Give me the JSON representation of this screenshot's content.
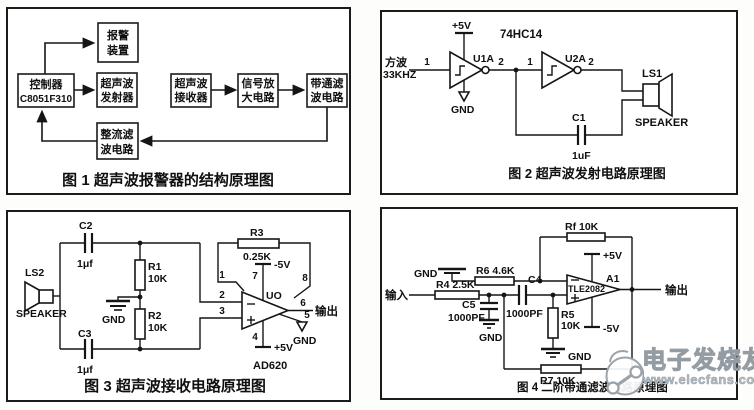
{
  "p1": {
    "caption": "图 1 超声波报警器的结构原理图",
    "boxes": {
      "alarm": [
        "报警",
        "装置"
      ],
      "controller": [
        "控制器",
        "C8051F310"
      ],
      "transmitter": [
        "超声波",
        "发射器"
      ],
      "receiver": [
        "超声波",
        "接收器"
      ],
      "amplifier": [
        "信号放",
        "大电路"
      ],
      "bandpass": [
        "带通滤",
        "波电路"
      ],
      "rectifier": [
        "整流滤",
        "波电路"
      ]
    }
  },
  "p2": {
    "caption": "图 2 超声波发射电路原理图",
    "sq_wave_l1": "方波",
    "sq_wave_l2": "33KHZ",
    "ic": "74HC14",
    "u1a": "U1A",
    "u2a": "U2A",
    "vcc": "+5V",
    "gnd": "GND",
    "pin_in": "1",
    "pin_u1a_out": "2",
    "pin_u2a_in": "1",
    "pin_u2a_out": "2",
    "c1": "C1",
    "c1_val": "1uF",
    "ls1": "LS1",
    "ls1_type": "SPEAKER"
  },
  "p3": {
    "caption": "图 3 超声波接收电路原理图",
    "ls2": "LS2",
    "ls2_type": "SPEAKER",
    "c2": "C2",
    "c2_val": "1μf",
    "c3": "C3",
    "c3_val": "1μf",
    "r1": "R1",
    "r1_val": "10K",
    "r2": "R2",
    "r2_val": "10K",
    "r3": "R3",
    "r3_val": "0.25K",
    "gnd_mid": "GND",
    "gnd_out": "GND",
    "vneg": "-5V",
    "vpos": "+5V",
    "uo": "UO",
    "ic": "AD620",
    "out": "输出",
    "pin1": "1",
    "pin2": "2",
    "pin3": "3",
    "pin4": "4",
    "pin5": "5",
    "pin6": "6",
    "pin7": "7",
    "pin8": "8"
  },
  "p4": {
    "caption": "图 4  二阶带通滤波电路原理图",
    "input": "输入",
    "out": "输出",
    "r4": "R4 2.5K",
    "r5": "R5",
    "r5_val": "10K",
    "r6": "R6 4.6K",
    "r7": "R7 10K",
    "rf": "Rf 10K",
    "c4": "C4",
    "c4_val": "1000PF",
    "c5": "C5",
    "c5_val": "1000PF",
    "gnd_r6": "GND",
    "gnd_c5": "GND",
    "gnd_r5": "GND",
    "vpos": "+5V",
    "vneg": "-5V",
    "a1": "A1",
    "ic": "TLE2082"
  },
  "watermark": {
    "brand": "电子发烧友",
    "site": "www.elecfans.com",
    "gray": "#9aa2aa"
  }
}
